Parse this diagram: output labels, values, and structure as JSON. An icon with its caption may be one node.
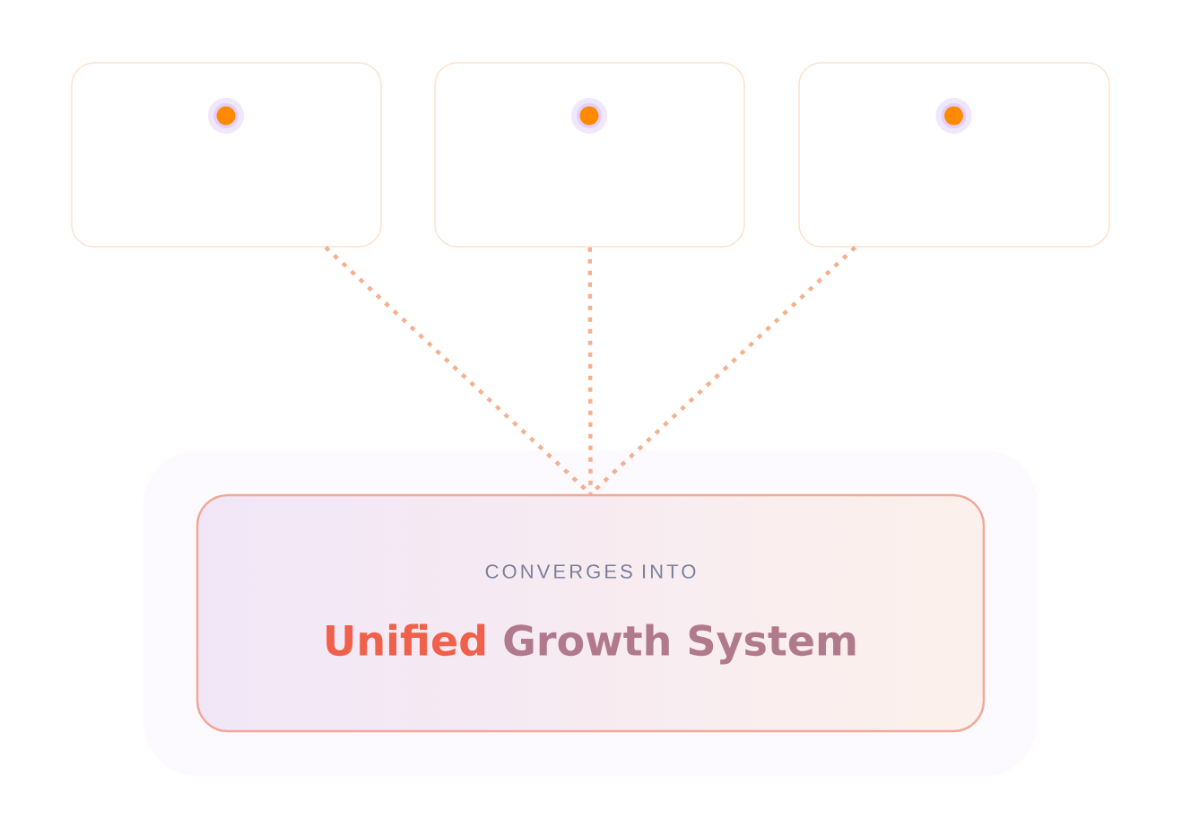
{
  "diagram": {
    "nodes": [
      {
        "text": [],
        "shape": "box"
      },
      {
        "text": [],
        "shape": "box"
      },
      {
        "text": [],
        "shape": "box"
      },
      {
        "text": [
          "CONVERGES INTO",
          "Unified",
          "Growth System"
        ]
      }
    ],
    "edges": [
      {
        "from": 0,
        "to": 3,
        "arrow": "none",
        "style": "dashed"
      },
      {
        "from": 1,
        "to": 3,
        "arrow": "none",
        "style": "dashed"
      },
      {
        "from": 2,
        "to": 3,
        "arrow": "none",
        "style": "dashed"
      }
    ]
  }
}
